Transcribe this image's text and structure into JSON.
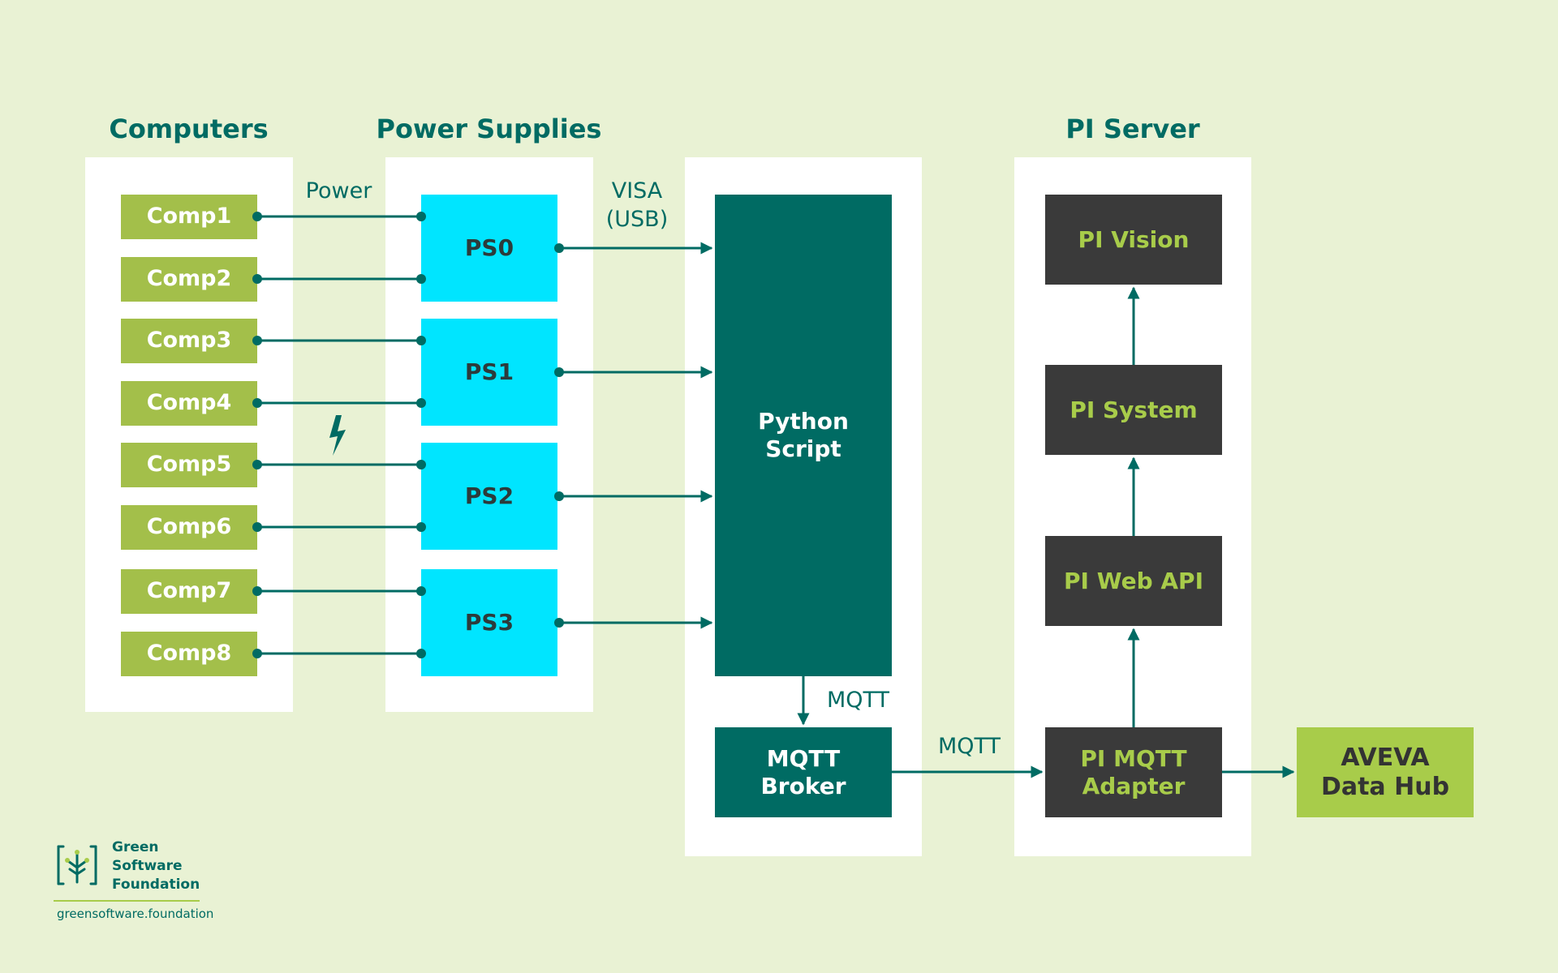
{
  "headings": {
    "computers": "Computers",
    "power_supplies": "Power Supplies",
    "pi_server": "PI Server"
  },
  "computers": [
    "Comp1",
    "Comp2",
    "Comp3",
    "Comp4",
    "Comp5",
    "Comp6",
    "Comp7",
    "Comp8"
  ],
  "power_supplies": [
    "PS0",
    "PS1",
    "PS2",
    "PS3"
  ],
  "labels": {
    "power": "Power",
    "visa_line1": "VISA",
    "visa_line2": "(USB)",
    "mqtt_down": "MQTT",
    "mqtt_right": "MQTT"
  },
  "python_script": {
    "line1": "Python",
    "line2": "Script"
  },
  "mqtt_broker": {
    "line1": "MQTT",
    "line2": "Broker"
  },
  "pi": {
    "vision": "PI Vision",
    "system": "PI System",
    "web_api": "PI Web API",
    "adapter_line1": "PI MQTT",
    "adapter_line2": "Adapter"
  },
  "aveva": {
    "line1": "AVEVA",
    "line2": "Data Hub"
  },
  "logo": {
    "line1": "Green",
    "line2": "Software",
    "line3": "Foundation",
    "url": "greensoftware.foundation"
  },
  "colors": {
    "background": "#e9f2d4",
    "teal": "#006b63",
    "comp_green": "#a3bf4a",
    "ps_cyan": "#00e5ff",
    "pi_dark": "#3a3a3a",
    "pi_text": "#a8cc4a"
  },
  "icons": [
    "lightning-icon",
    "tree-logo-icon"
  ]
}
